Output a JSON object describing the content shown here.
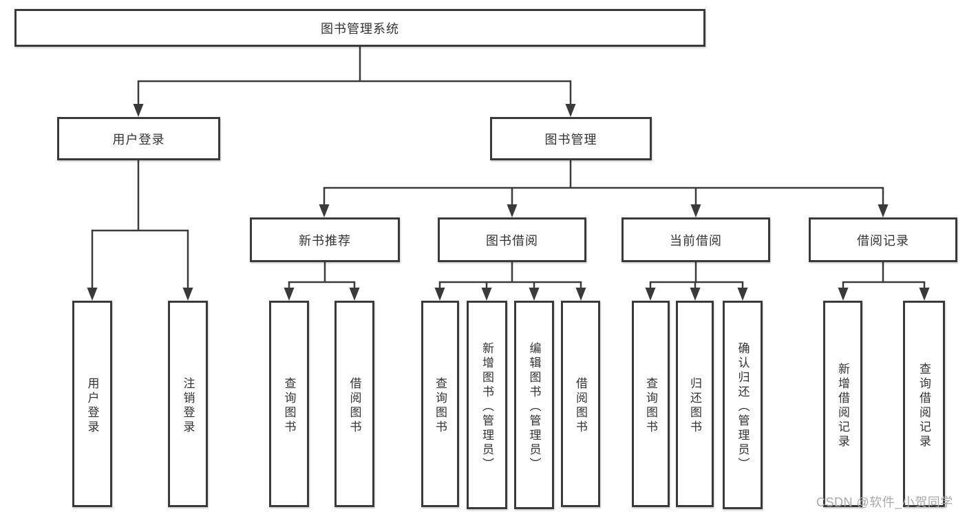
{
  "diagram": {
    "type": "hierarchy-tree",
    "colors": {
      "background": "#ffffff",
      "box_fill": "#ffffff",
      "box_border": "#3a3a3a",
      "line": "#3a3a3a",
      "text": "#333333",
      "watermark_text": "#a9a9a9"
    },
    "tree": {
      "root": {
        "label": "图书管理系统",
        "children": [
          {
            "label": "用户登录",
            "children": [
              {
                "label": "用户登录"
              },
              {
                "label": "注销登录"
              }
            ]
          },
          {
            "label": "图书管理",
            "children": [
              {
                "label": "新书推荐",
                "children": [
                  {
                    "label": "查询图书"
                  },
                  {
                    "label": "借阅图书"
                  }
                ]
              },
              {
                "label": "图书借阅",
                "children": [
                  {
                    "label": "查询图书"
                  },
                  {
                    "label": "新增图书（管理员）"
                  },
                  {
                    "label": "编辑图书（管理员）"
                  },
                  {
                    "label": "借阅图书"
                  }
                ]
              },
              {
                "label": "当前借阅",
                "children": [
                  {
                    "label": "查询图书"
                  },
                  {
                    "label": "归还图书"
                  },
                  {
                    "label": "确认归还（管理员）"
                  }
                ]
              },
              {
                "label": "借阅记录",
                "children": [
                  {
                    "label": "新增借阅记录"
                  },
                  {
                    "label": "查询借阅记录"
                  }
                ]
              }
            ]
          }
        ]
      }
    },
    "watermark": "CSDN @软件_小贺同学"
  }
}
